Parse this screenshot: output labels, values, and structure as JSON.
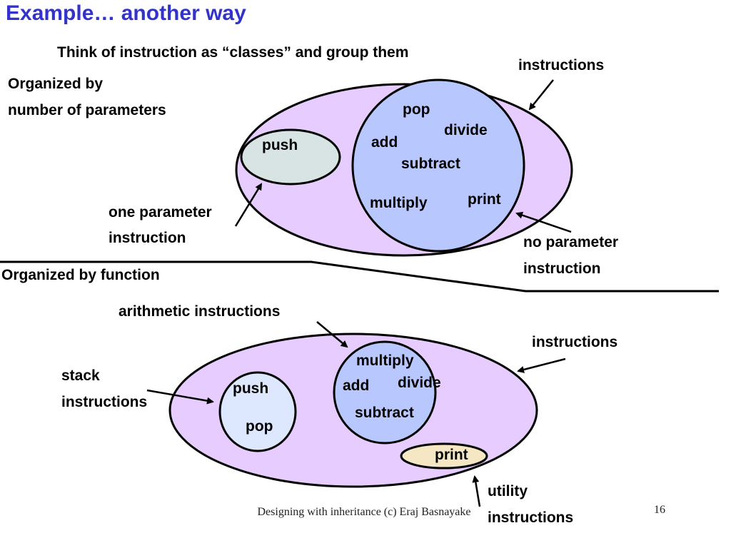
{
  "slide": {
    "title": "Example… another way",
    "subtitle": "Think of instruction as “classes” and group them",
    "footer": "Designing with inheritance (c) Eraj Basnayake",
    "page_number": "16"
  },
  "top_section": {
    "heading_line1": "Organized by",
    "heading_line2": "number of parameters",
    "outer_label": "instructions",
    "push_label": "push",
    "no_param_items": [
      "pop",
      "divide",
      "add",
      "subtract",
      "multiply",
      "print"
    ],
    "one_param_label_line1": "one parameter",
    "one_param_label_line2": "instruction",
    "no_param_label_line1": "no parameter",
    "no_param_label_line2": "instruction"
  },
  "bottom_section": {
    "heading": "Organized by function",
    "arithmetic_label": "arithmetic instructions",
    "outer_label": "instructions",
    "stack_label_line1": "stack",
    "stack_label_line2": "instructions",
    "stack_items": [
      "push",
      "pop"
    ],
    "arithmetic_items": [
      "multiply",
      "add",
      "divide",
      "subtract"
    ],
    "utility_item": "print",
    "utility_label_line1": "utility",
    "utility_label_line2": "instructions"
  },
  "colors": {
    "title": "#3333cc",
    "outer_fill": "#e6ccff",
    "inner_blue_fill": "#b8c8ff",
    "push_fill": "#d8e4e4",
    "stack_fill": "#dde8ff",
    "utility_fill": "#f5e6c4"
  }
}
